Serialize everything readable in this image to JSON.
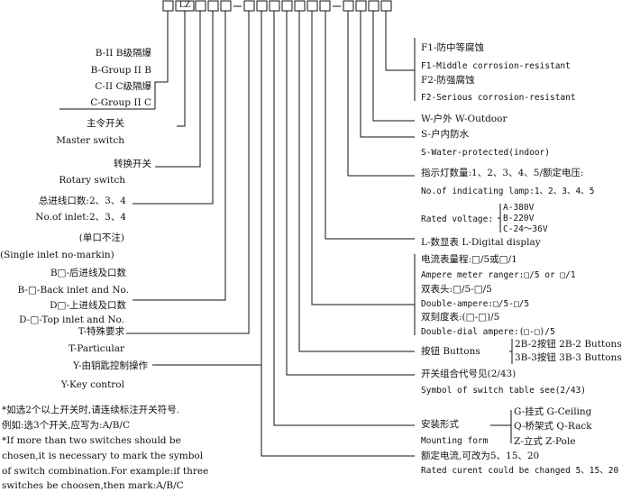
{
  "code_row": {
    "prefix_box_text": "LZ",
    "dash": "-"
  },
  "left": {
    "b_ii": {
      "cn": "B-II B级隔爆",
      "en": "B-Group II B"
    },
    "c_ii": {
      "cn": "C-II C级隔爆",
      "en": "C-Group II C"
    },
    "master": {
      "cn": "主令开关",
      "en": "Master switch"
    },
    "rotary": {
      "cn": "转换开关",
      "en": "Rotary switch"
    },
    "inlet": {
      "cn": "总进线口数:2、3、4",
      "en": "No.of inlet:2、3、4",
      "note_cn": "(单口不注)",
      "note_en": "(Single inlet no-markin)"
    },
    "back": {
      "cn": "B□-后进线及口数",
      "en": "B-□-Back inlet and No."
    },
    "top": {
      "cn": "D□-上进线及口数",
      "en": "D-□-Top inlet and No."
    },
    "special": {
      "cn": "T-特殊要求",
      "en": "T-Particular"
    },
    "key": {
      "cn": "Y-由钥匙控制操作",
      "en": "Y-Key control"
    },
    "notes": [
      "*如选2个以上开关时,请连续标注开关符号.",
      "例如:选3个开关,应写为:A/B/C",
      "*If more than two switches should be",
      "chosen,it is necessary to mark the symbol",
      "of switch combination.For example:if three",
      "switches be choosen,then mark:A/B/C"
    ]
  },
  "right": {
    "f1_cn": "F1-防中等腐蚀",
    "f1_en": "F1-Middle corrosion-resistant",
    "f2_cn": "F2-防强腐蚀",
    "f2_en": "F2-Serious corrosion-resistant",
    "w": "W-户外 W-Outdoor",
    "s_cn": "S-户内防水",
    "s_en": "S-Water-protected(indoor)",
    "lamp_cn": "指示灯数量:1、2、3、4、5/额定电压:",
    "lamp_en": "No.of indicating lamp:1、2、3、4、5",
    "rated_voltage": "Rated voltage:",
    "voltages": [
      "A-380V",
      "B-220V",
      "C-24～36V"
    ],
    "digital": "L-数显表 L-Digital display",
    "meter_lines": [
      "电流表量程:□/5或□/1",
      "Ampere meter ranger:□/5 or □/1",
      "双表头:□/5-□/5",
      "Double-ampere:□/5-□/5",
      "双刻度表:(□-□)/5",
      "Double-dial ampere:(□-□)/5"
    ],
    "buttons_label": "按钮 Buttons",
    "buttons": [
      "2B-2按钮 2B-2 Buttons",
      "3B-3按钮 3B-3 Buttons"
    ],
    "table_cn": "开关组合代号见(2/43)",
    "table_en": "Symbol of switch table see(2/43)",
    "mount_cn": "安装形式",
    "mount_en": "Mounting form",
    "mounts": [
      "G-挂式 G-Ceiling",
      "Q-桥架式 Q-Rack",
      "Z-立式 Z-Pole"
    ],
    "current_cn": "额定电流,可改为5、15、20",
    "current_en": "Rated curent could be changed 5、15、20"
  }
}
